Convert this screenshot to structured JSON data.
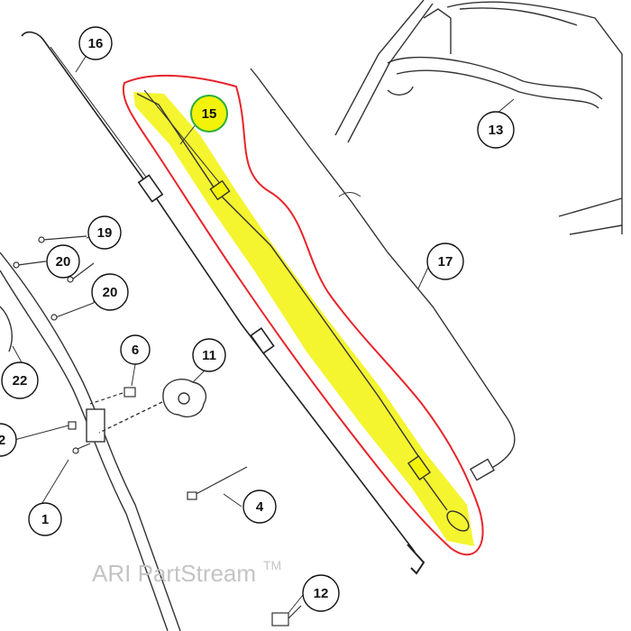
{
  "diagram": {
    "callouts": [
      {
        "id": "c16",
        "label": "16"
      },
      {
        "id": "c15",
        "label": "15"
      },
      {
        "id": "c13",
        "label": "13"
      },
      {
        "id": "c19",
        "label": "19"
      },
      {
        "id": "c20a",
        "label": "20"
      },
      {
        "id": "c20b",
        "label": "20"
      },
      {
        "id": "c17",
        "label": "17"
      },
      {
        "id": "c6",
        "label": "6"
      },
      {
        "id": "c11",
        "label": "11"
      },
      {
        "id": "c22",
        "label": "22"
      },
      {
        "id": "c2",
        "label": "2"
      },
      {
        "id": "c1",
        "label": "1"
      },
      {
        "id": "c4",
        "label": "4"
      },
      {
        "id": "c12",
        "label": "12"
      }
    ],
    "highlight_color": "#f2f20a",
    "selection_color": "#e8242a",
    "selected_ring_color": "#2fae3a"
  },
  "watermark": {
    "text": "ARI PartStream",
    "mark": "TM"
  }
}
